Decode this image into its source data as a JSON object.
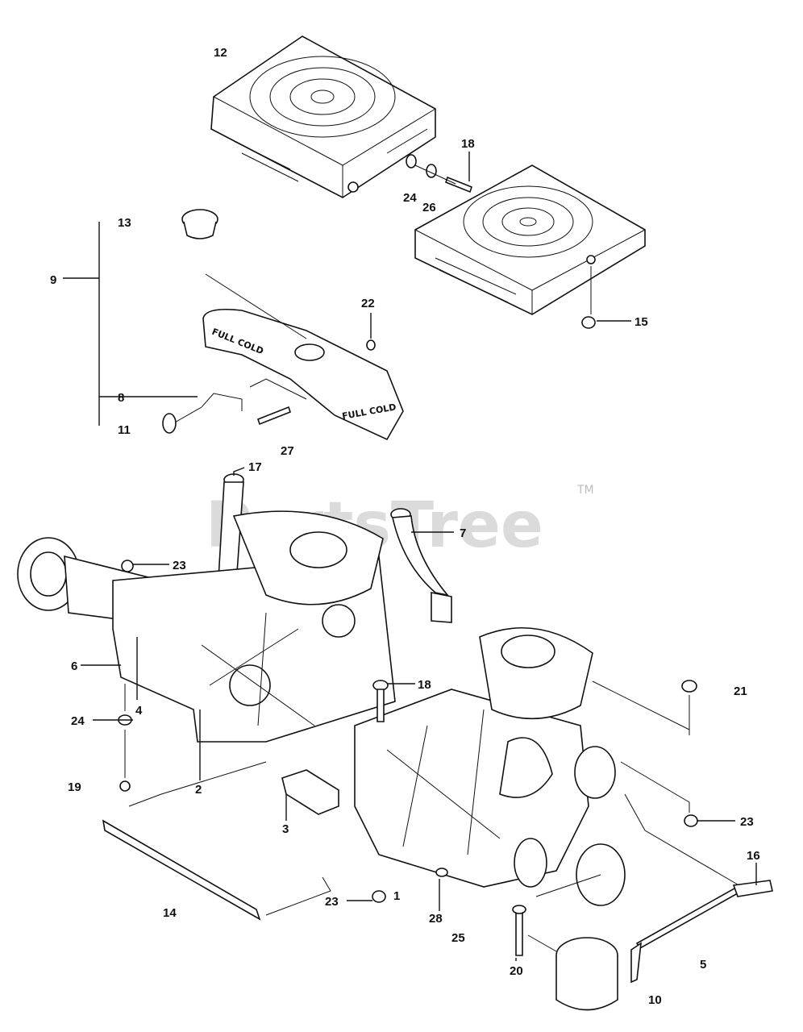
{
  "watermark": {
    "brand": "PartsTree",
    "trademark": "TM"
  },
  "embossed": {
    "reservoir_marking": "FULL COLD"
  },
  "callouts": [
    "12",
    "18",
    "24",
    "26",
    "13",
    "9",
    "22",
    "15",
    "8",
    "11",
    "27",
    "17",
    "7",
    "23",
    "6",
    "4",
    "24",
    "19",
    "2",
    "18",
    "21",
    "3",
    "23",
    "16",
    "23",
    "1",
    "14",
    "28",
    "25",
    "20",
    "5",
    "10"
  ]
}
